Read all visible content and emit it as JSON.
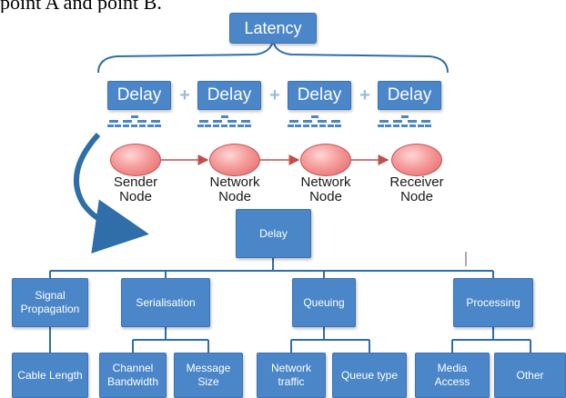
{
  "caption": "point A and point B.",
  "latency": "Latency",
  "delay_terms": [
    "Delay",
    "Delay",
    "Delay",
    "Delay"
  ],
  "plus_sign": "+",
  "nodes": [
    {
      "line1": "Sender",
      "line2": "Node"
    },
    {
      "line1": "Network",
      "line2": "Node"
    },
    {
      "line1": "Network",
      "line2": "Node"
    },
    {
      "line1": "Receiver",
      "line2": "Node"
    }
  ],
  "tree": {
    "root": "Delay",
    "categories": [
      {
        "line1": "Signal",
        "line2": "Propagation",
        "children": [
          {
            "line1": "Cable Length",
            "line2": ""
          }
        ]
      },
      {
        "line1": "Serialisation",
        "line2": "",
        "children": [
          {
            "line1": "Channel",
            "line2": "Bandwidth"
          },
          {
            "line1": "Message",
            "line2": "Size"
          }
        ]
      },
      {
        "line1": "Queuing",
        "line2": "",
        "children": [
          {
            "line1": "Network",
            "line2": "traffic"
          },
          {
            "line1": "Queue type",
            "line2": ""
          }
        ]
      },
      {
        "line1": "Processing",
        "line2": "",
        "children": [
          {
            "line1": "Media",
            "line2": "Access"
          },
          {
            "line1": "Other",
            "line2": ""
          }
        ]
      }
    ]
  },
  "colors": {
    "box": "#4a86c8",
    "connector": "#2f6ea8",
    "arrow": "#c0504d",
    "node": "#f59a9a"
  }
}
